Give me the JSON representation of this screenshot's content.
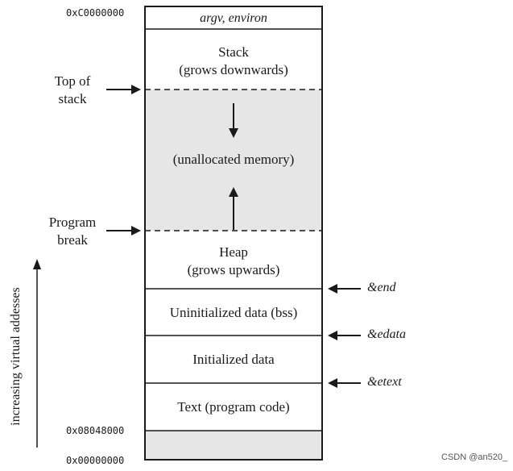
{
  "addresses": {
    "top": "0xC0000000",
    "text_start": "0x08048000",
    "bottom": "0x00000000"
  },
  "segments": {
    "argv_environ": "argv, environ",
    "stack_line1": "Stack",
    "stack_line2": "(grows downwards)",
    "unallocated": "(unallocated memory)",
    "heap_line1": "Heap",
    "heap_line2": "(grows upwards)",
    "bss": "Uninitialized data (bss)",
    "data": "Initialized data",
    "text": "Text (program code)"
  },
  "left_labels": {
    "top_of_stack_line1": "Top of",
    "top_of_stack_line2": "stack",
    "program_break_line1": "Program",
    "program_break_line2": "break",
    "axis": "increasing virtual addesses"
  },
  "right_labels": {
    "end": "&end",
    "edata": "&edata",
    "etext": "&etext"
  },
  "watermark": "CSDN @an520_",
  "colors": {
    "unallocated_fill": "#e6e6e6",
    "bottom_fill": "#e6e6e6",
    "line": "#1a1a1a"
  }
}
